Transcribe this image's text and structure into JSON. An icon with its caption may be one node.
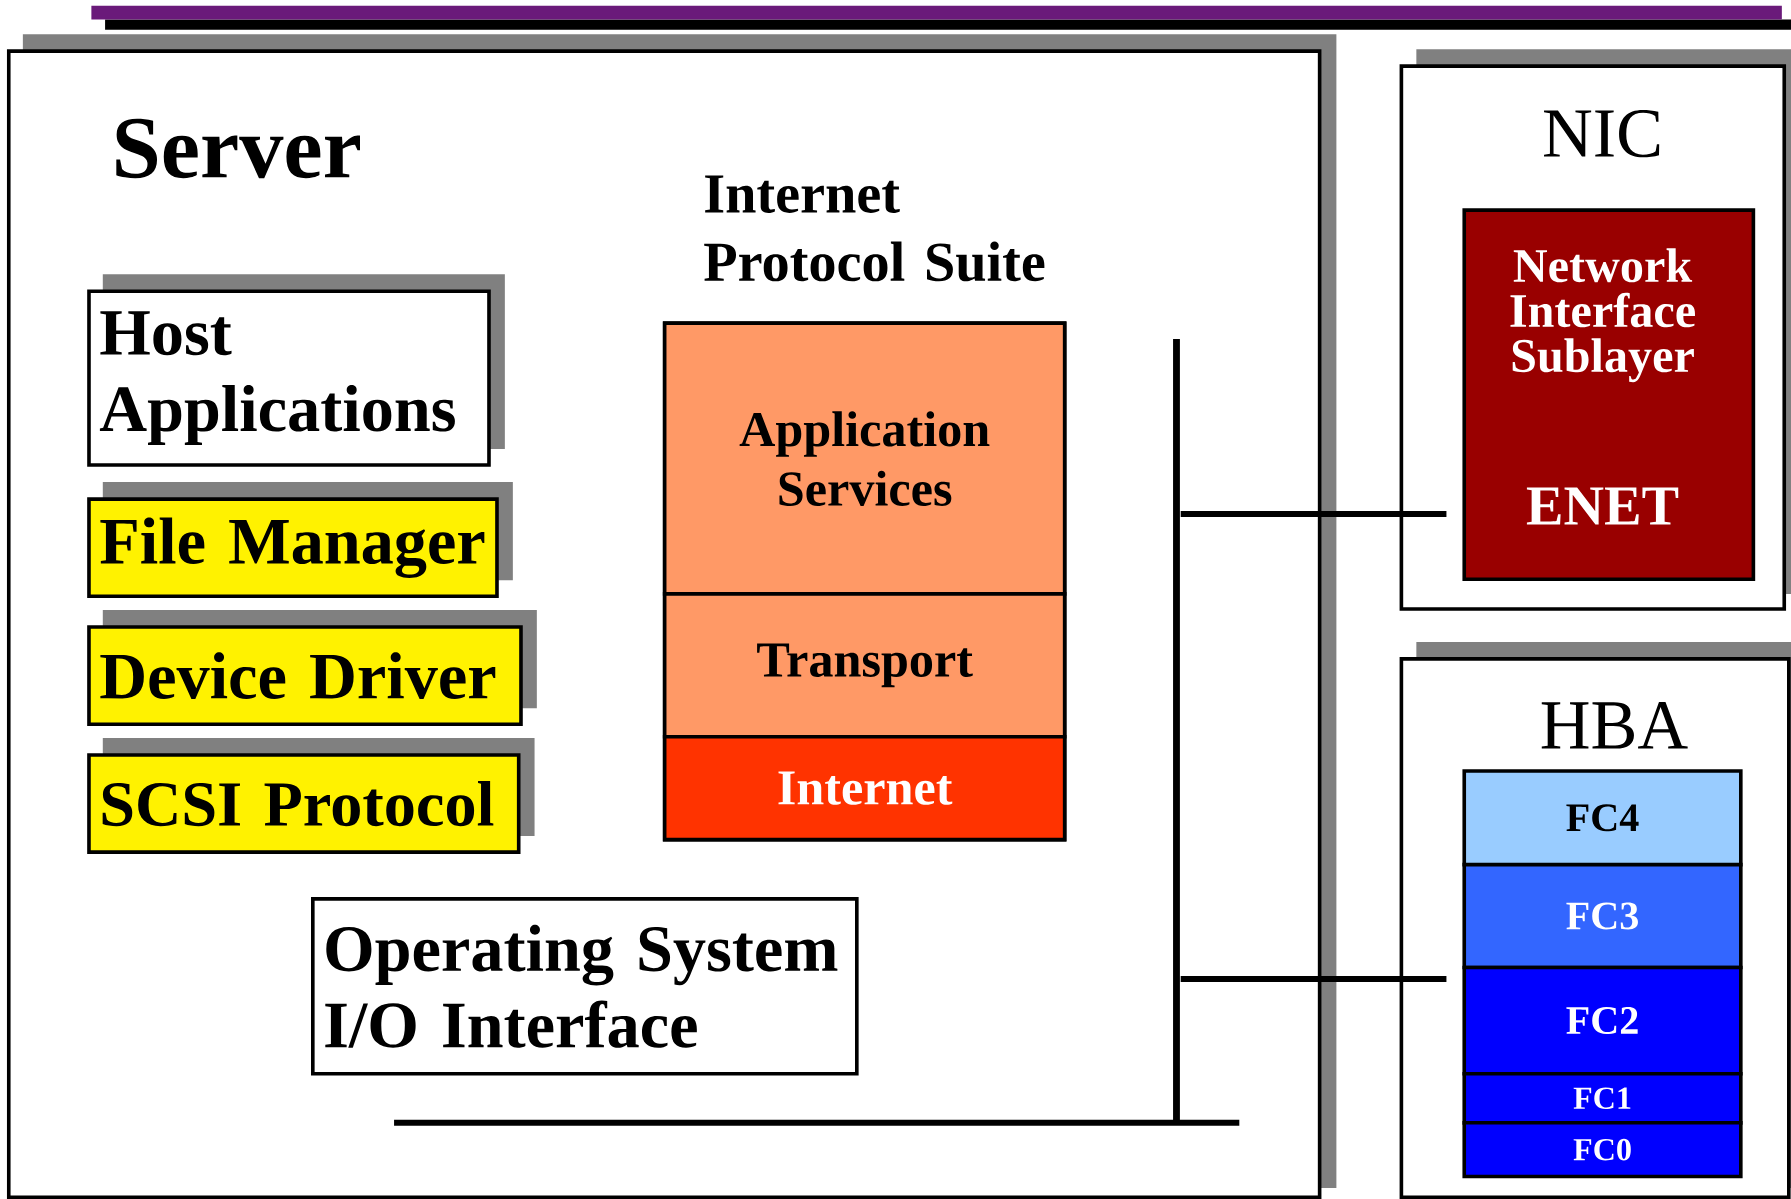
{
  "diagram": {
    "nodes": [
      {
        "text": [
          "Server"
        ]
      },
      {
        "text": [
          "Host Applications"
        ],
        "in": 0
      },
      {
        "text": [
          "File Manager"
        ],
        "in": 0
      },
      {
        "text": [
          "Device Driver"
        ],
        "in": 0
      },
      {
        "text": [
          "SCSI Protocol"
        ],
        "in": 0
      },
      {
        "text": [
          "Internet Protocol Suite"
        ],
        "in": 0
      },
      {
        "text": [
          "Application Services"
        ],
        "in": 5
      },
      {
        "text": [
          "Transport"
        ],
        "in": 5
      },
      {
        "text": [
          "Internet"
        ],
        "in": 5
      },
      {
        "text": [
          "Operating System I/O Interface"
        ],
        "in": 0
      },
      {
        "text": [
          "NIC"
        ]
      },
      {
        "text": [
          "Network Interface Sublayer",
          "ENET"
        ],
        "in": 10
      },
      {
        "text": [
          "HBA"
        ]
      },
      {
        "text": [
          "FC4"
        ],
        "in": 12
      },
      {
        "text": [
          "FC3"
        ],
        "in": 12
      },
      {
        "text": [
          "FC2"
        ],
        "in": 12
      },
      {
        "text": [
          "FC1"
        ],
        "in": 12
      },
      {
        "text": [
          "FC0"
        ],
        "in": 12
      },
      {
        "text": [],
        "shape": "bar",
        "in": 0
      }
    ],
    "edges": [
      {
        "from": 18,
        "to": 11,
        "arrow": "none"
      },
      {
        "from": 18,
        "to": 15,
        "arrow": "none"
      }
    ]
  }
}
